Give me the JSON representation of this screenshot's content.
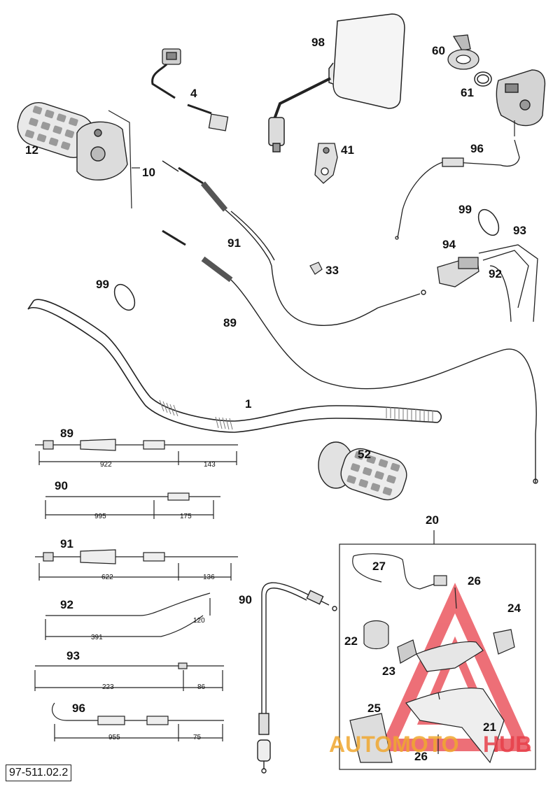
{
  "document_number": "97-511.02.2",
  "callouts": {
    "c1": "1",
    "c4": "4",
    "c10": "10",
    "c12": "12",
    "c20": "20",
    "c21": "21",
    "c22": "22",
    "c23": "23",
    "c24": "24",
    "c25": "25",
    "c26a": "26",
    "c26b": "26",
    "c27": "27",
    "c33": "33",
    "c41": "41",
    "c52": "52",
    "c60": "60",
    "c61": "61",
    "c89": "89",
    "c91": "91",
    "c92": "92",
    "c93": "93",
    "c94": "94",
    "c96": "96",
    "c98": "98",
    "c99a": "99",
    "c99b": "99",
    "c90v": "90"
  },
  "cable_specs": [
    {
      "id": "89",
      "dims": [
        "922",
        "143"
      ]
    },
    {
      "id": "90",
      "dims": [
        "995",
        "175"
      ]
    },
    {
      "id": "91",
      "dims": [
        "622",
        "136"
      ]
    },
    {
      "id": "92",
      "dims": [
        "391",
        "120"
      ]
    },
    {
      "id": "93",
      "dims": [
        "223",
        "86"
      ]
    },
    {
      "id": "96",
      "dims": [
        "955",
        "75"
      ]
    }
  ],
  "watermark": {
    "part1": "AUTOMOTO",
    "part2": "HUB",
    "color1": "#f0a830",
    "color2": "#e8404a"
  }
}
